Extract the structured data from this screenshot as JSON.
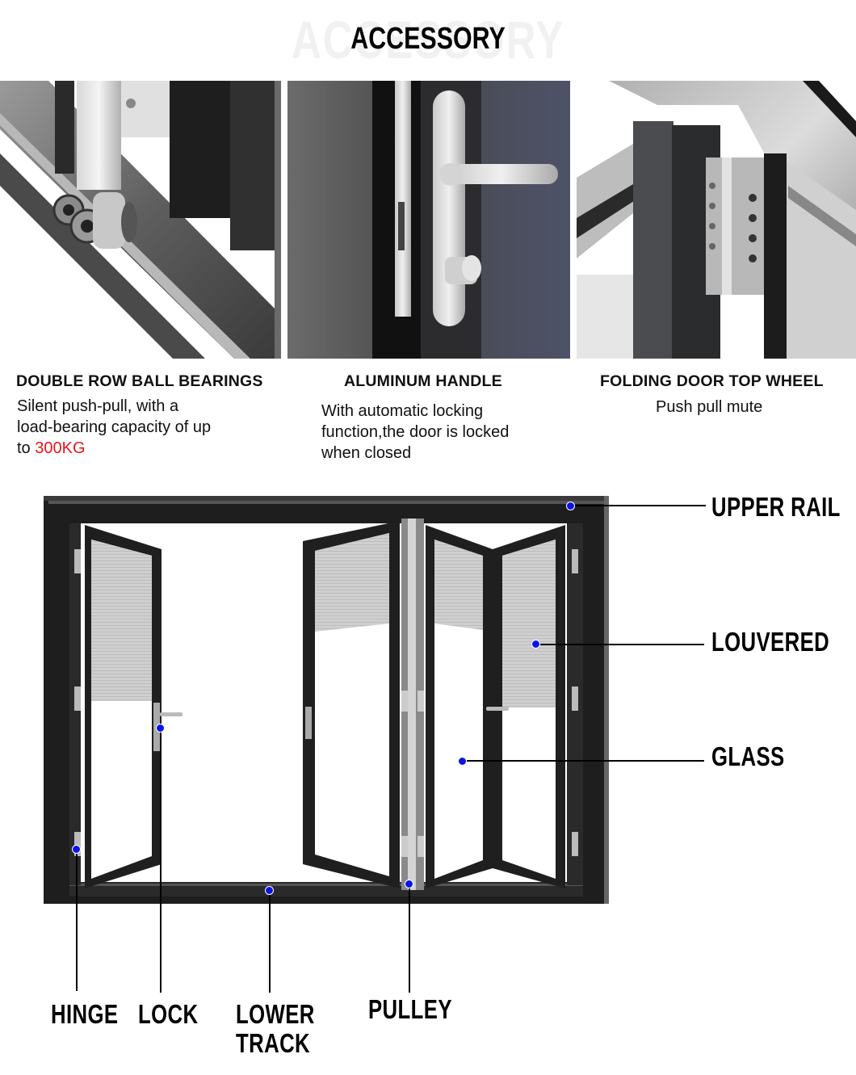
{
  "header": {
    "title": "ACCESSORY",
    "title_shadow": "ACCESSORY"
  },
  "features": [
    {
      "title": "DOUBLE ROW BALL BEARINGS",
      "body_line1": "Silent push-pull, with a",
      "body_line2": "load-bearing capacity of up",
      "body_line3_prefix": "to ",
      "body_highlight": "300KG",
      "photo": "double-row-ball-bearing-wheels-on-track"
    },
    {
      "title": "ALUMINUM HANDLE",
      "body_line1": "With automatic locking",
      "body_line2": "function,the door is locked",
      "body_line3": "when closed",
      "photo": "aluminum-lever-handle-and-lock"
    },
    {
      "title": "FOLDING DOOR TOP WHEEL",
      "body_line1": "Push pull mute",
      "photo": "folding-door-top-wheel-hinge"
    }
  ],
  "diagram": {
    "callouts_right": [
      {
        "label": "UPPER RAIL"
      },
      {
        "label": "LOUVERED"
      },
      {
        "label": "GLASS"
      }
    ],
    "callouts_bottom": [
      {
        "label": "HINGE"
      },
      {
        "label": "LOCK"
      },
      {
        "label_line1": "LOWER",
        "label_line2": "TRACK"
      },
      {
        "label": "PULLEY"
      }
    ]
  },
  "colors": {
    "highlight_red": "#e8151b",
    "callout_dot_blue": "#0a14e6",
    "frame_dark": "#1f1f1f"
  }
}
